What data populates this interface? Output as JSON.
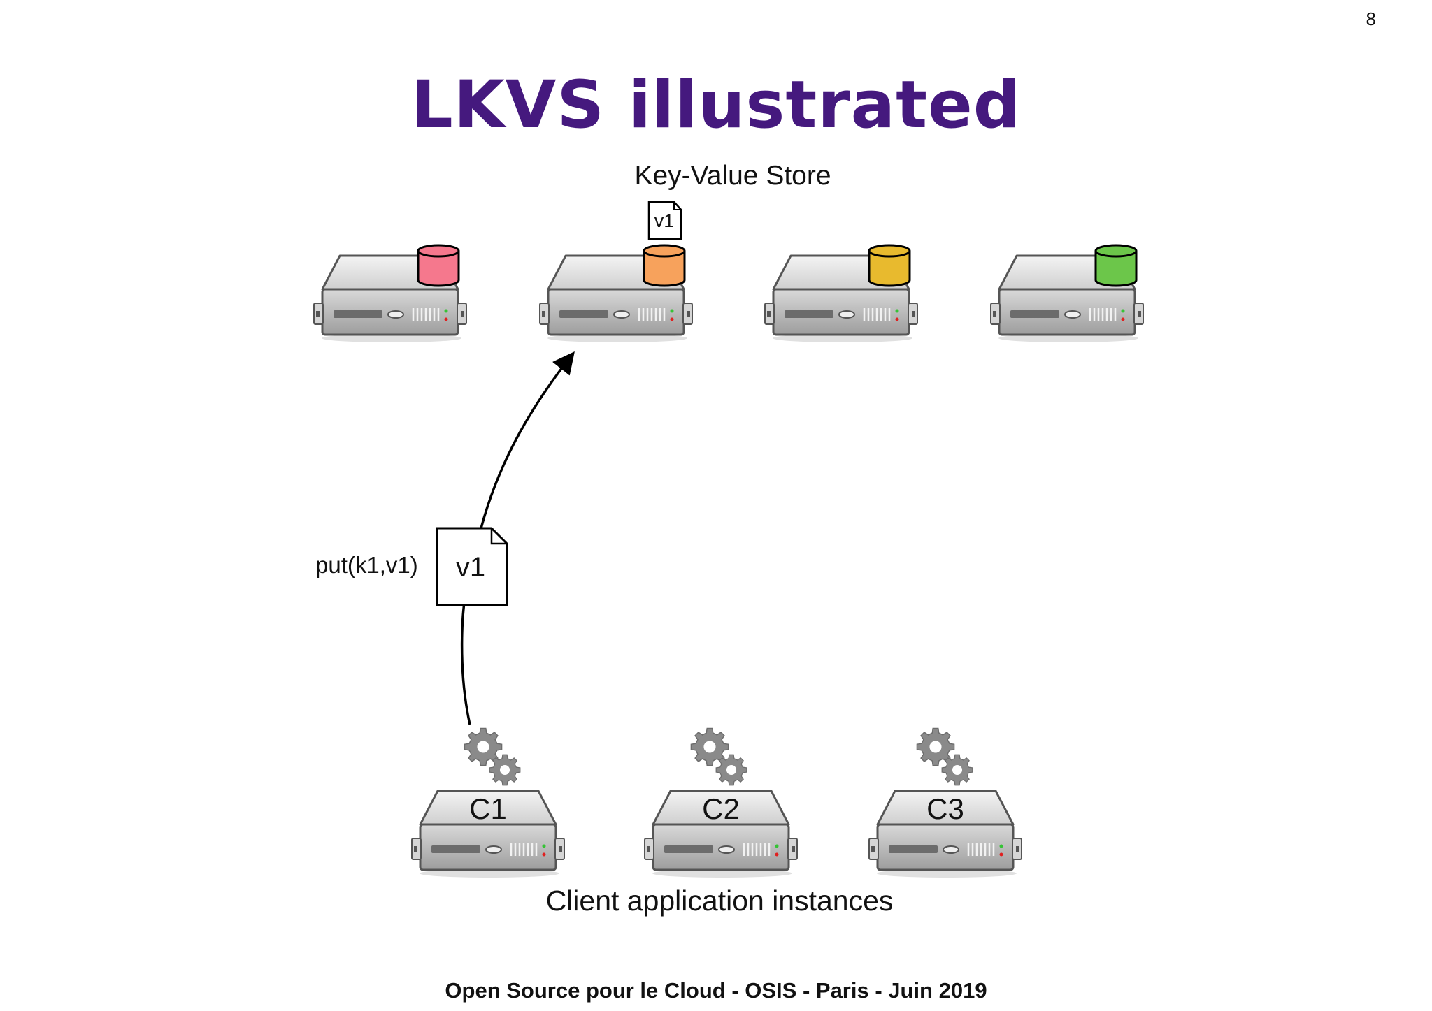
{
  "slide": {
    "page_number": "8",
    "title": "LKVS illustrated",
    "footer": "Open Source pour le Cloud - OSIS - Paris - Juin 2019"
  },
  "store": {
    "label": "Key-Value Store",
    "stored_value_label": "v1",
    "node_colors": [
      "#f5788d",
      "#f7a25c",
      "#e8ba2e",
      "#6cc64a"
    ]
  },
  "request": {
    "operation_label": "put(k1,v1)",
    "value_label": "v1"
  },
  "clients": {
    "label": "Client application instances",
    "items": [
      {
        "label": "C1"
      },
      {
        "label": "C2"
      },
      {
        "label": "C3"
      }
    ]
  }
}
